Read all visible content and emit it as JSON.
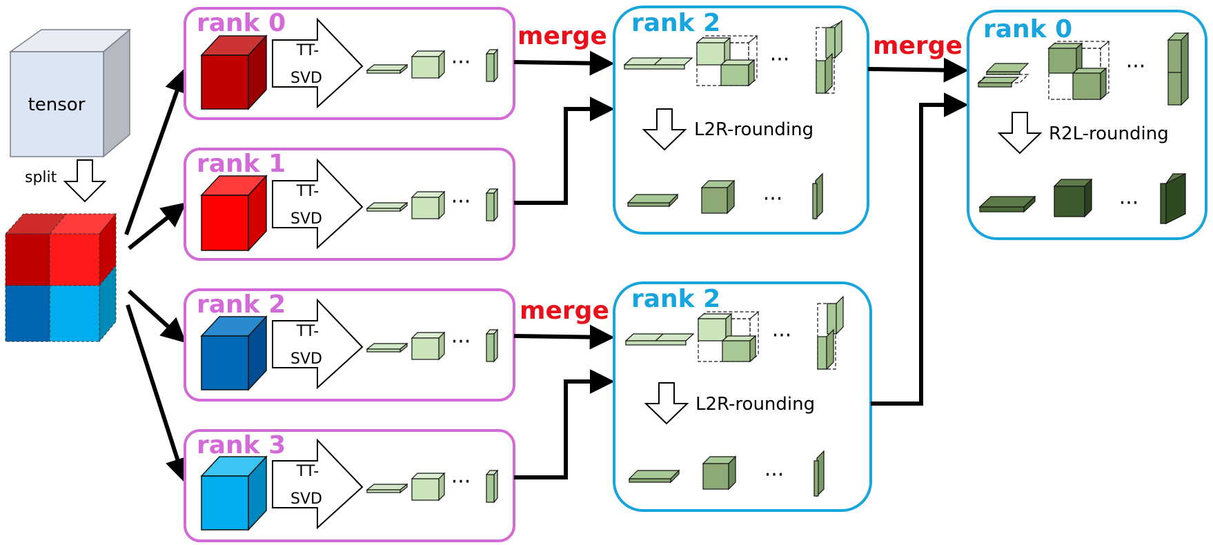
{
  "tensor": {
    "label": "tensor"
  },
  "split": {
    "label": "split"
  },
  "colors": {
    "rank_border_purple": "#d36ad8",
    "rank_border_blue": "#18a4dc",
    "rank_label_purple": "#d36ad8",
    "rank_label_blue": "#18a4dc",
    "merge": "#e8101a",
    "light_green": "#d2e8c6",
    "mid_green": "#8daa76",
    "dark_green": "#3c5a2d"
  },
  "ranks_left": [
    {
      "label": "rank 0",
      "svd_line1": "TT-",
      "svd_line2": "SVD",
      "dots": "···"
    },
    {
      "label": "rank 1",
      "svd_line1": "TT-",
      "svd_line2": "SVD",
      "dots": "···"
    },
    {
      "label": "rank 2",
      "svd_line1": "TT-",
      "svd_line2": "SVD",
      "dots": "···"
    },
    {
      "label": "rank 3",
      "svd_line1": "TT-",
      "svd_line2": "SVD",
      "dots": "···"
    }
  ],
  "merge_labels": [
    "merge",
    "merge",
    "merge"
  ],
  "middle": [
    {
      "label": "rank 2",
      "rounding": "L2R-rounding",
      "dots": "···"
    },
    {
      "label": "rank 2",
      "rounding": "L2R-rounding",
      "dots": "···"
    }
  ],
  "final": {
    "label": "rank 0",
    "rounding": "R2L-rounding",
    "dots": "···"
  }
}
